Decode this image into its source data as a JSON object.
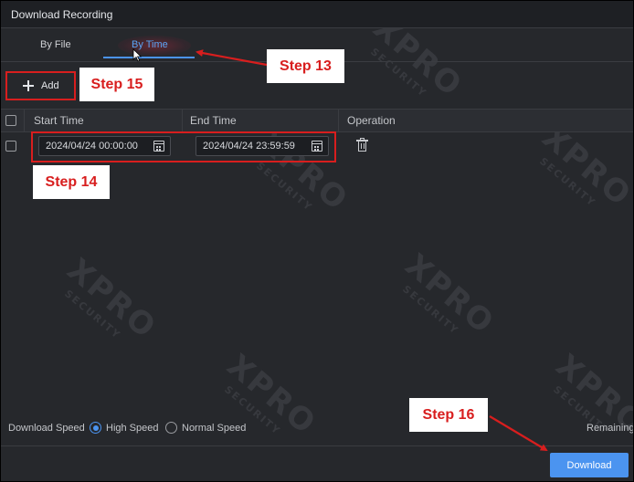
{
  "window": {
    "title": "Download Recording"
  },
  "tabs": [
    {
      "label": "By File",
      "active": false
    },
    {
      "label": "By Time",
      "active": true
    }
  ],
  "toolbar": {
    "add_label": "Add"
  },
  "table": {
    "headers": {
      "start_time": "Start Time",
      "end_time": "End Time",
      "operation": "Operation"
    },
    "rows": [
      {
        "start_time": "2024/04/24 00:00:00",
        "end_time": "2024/04/24 23:59:59"
      }
    ]
  },
  "footer": {
    "download_speed_label": "Download Speed",
    "options": [
      {
        "label": "High Speed",
        "selected": true
      },
      {
        "label": "Normal Speed",
        "selected": false
      }
    ],
    "remaining_label": "Remaining",
    "download_label": "Download"
  },
  "annotations": {
    "step13": "Step 13",
    "step14": "Step 14",
    "step15": "Step 15",
    "step16": "Step 16"
  },
  "watermark": {
    "brand": "XPRO",
    "sub": "SECURITY"
  },
  "colors": {
    "accent": "#4b94f0",
    "annotation_red": "#d81e1e",
    "panel": "#26282c"
  },
  "icons": {
    "add": "plus-icon",
    "calendar": "calendar-icon",
    "delete": "trash-icon"
  }
}
